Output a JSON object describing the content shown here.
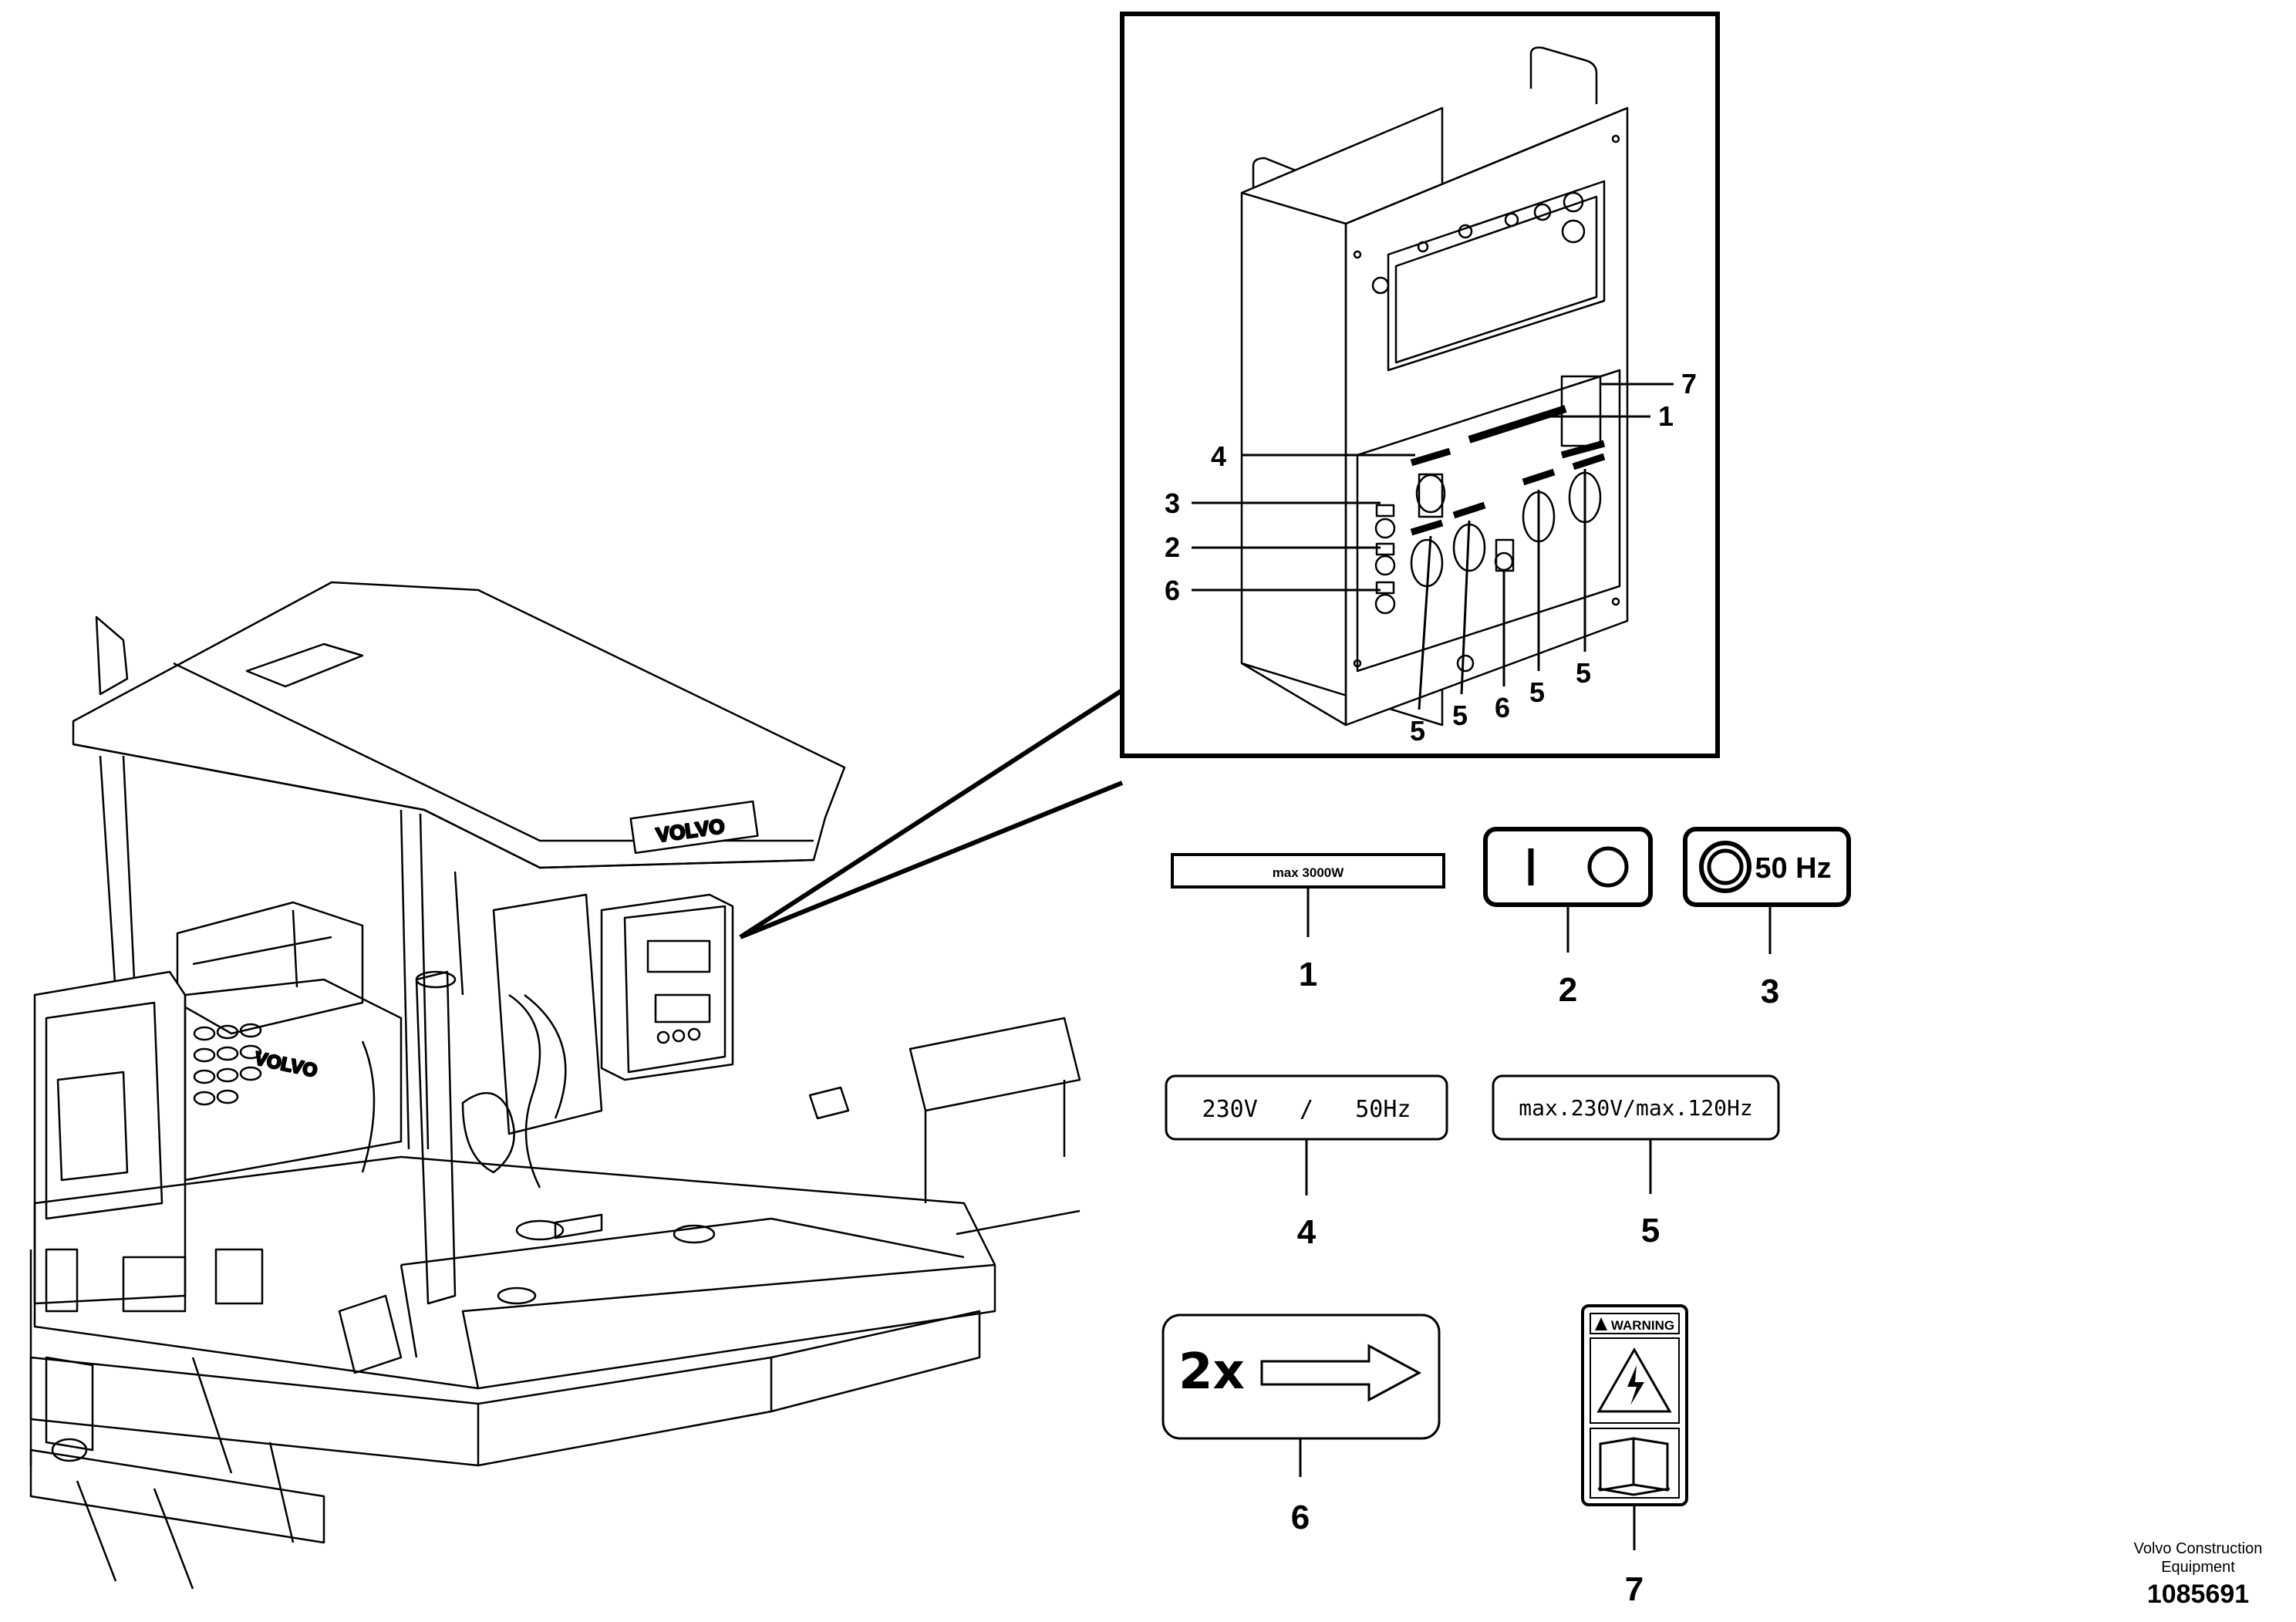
{
  "decals": {
    "d1": {
      "text": "max 3000W",
      "number": "1"
    },
    "d2": {
      "number": "2"
    },
    "d3": {
      "text": "50 Hz",
      "number": "3"
    },
    "d4": {
      "text": "230V   /   50Hz",
      "number": "4"
    },
    "d5": {
      "text": "max.230V/max.120Hz",
      "number": "5"
    },
    "d6": {
      "text": "2x",
      "number": "6"
    },
    "d7": {
      "text": "WARNING",
      "number": "7"
    }
  },
  "inset_callouts": {
    "c7": "7",
    "c1": "1",
    "c4": "4",
    "c3": "3",
    "c2": "2",
    "c6": "6",
    "b5a": "5",
    "b5b": "5",
    "b6": "6",
    "b5c": "5",
    "b5d": "5"
  },
  "footer": {
    "company": "Volvo Construction",
    "company2": "Equipment",
    "part_number": "1085691"
  },
  "colors": {
    "ink": "#000000",
    "paper": "#ffffff"
  }
}
